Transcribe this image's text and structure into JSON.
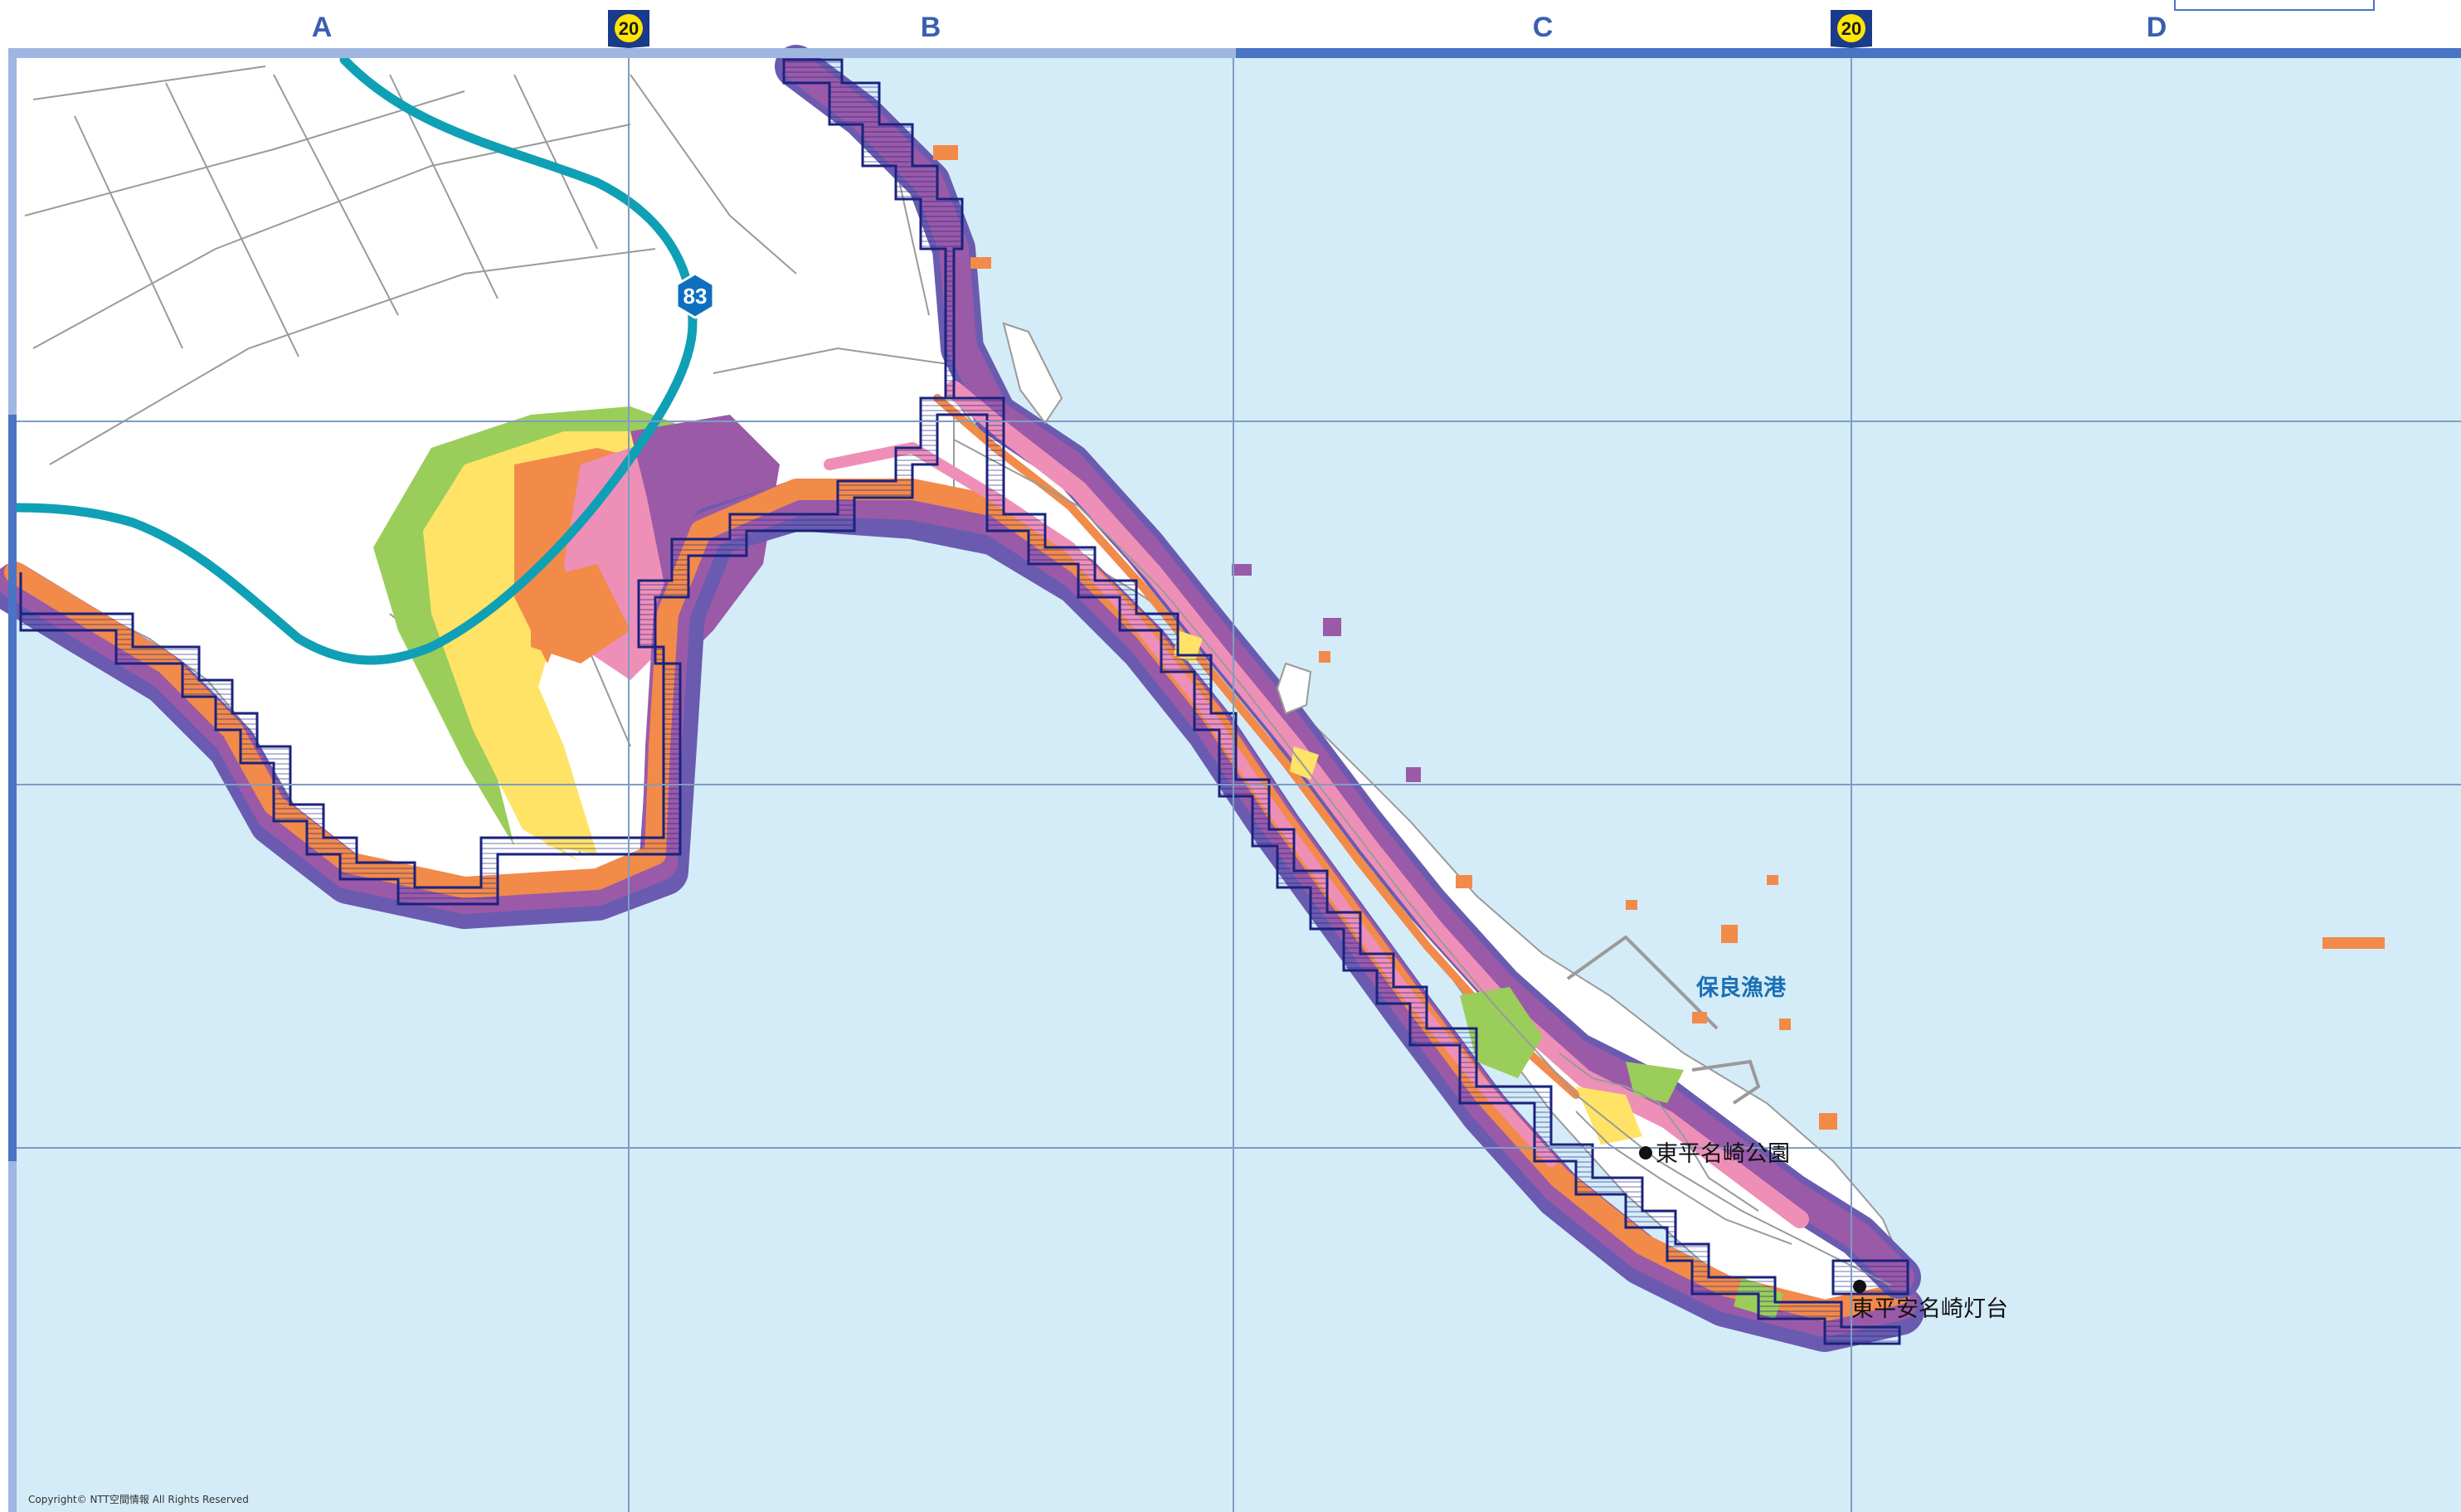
{
  "map": {
    "columns": [
      "A",
      "B",
      "C",
      "D"
    ],
    "grid_markers": [
      "20",
      "20"
    ],
    "route_shield": "83",
    "harbor_label": "保良漁港",
    "places": [
      {
        "label": "東平名崎公園"
      },
      {
        "label": "東平安名崎灯台"
      }
    ],
    "copyright": "Copyright© NTT空間情報 All Rights Reserved",
    "colors": {
      "sea": "#d4ecf8",
      "land": "#ffffff",
      "grid_line": "#7e9cc4",
      "frame": "#4a74c4",
      "highway": "#0fa0b5",
      "flood_light_green": "#9acd5a",
      "flood_yellow": "#ffe366",
      "flood_orange": "#f28a4a",
      "flood_pink": "#ee8fb8",
      "flood_purple": "#9a5aa8",
      "flood_dark_purple": "#6a5bb0",
      "zone_outline": "#1a237e"
    },
    "icons": [
      "route-shield-icon",
      "grid-marker-icon",
      "place-dot-icon"
    ]
  }
}
